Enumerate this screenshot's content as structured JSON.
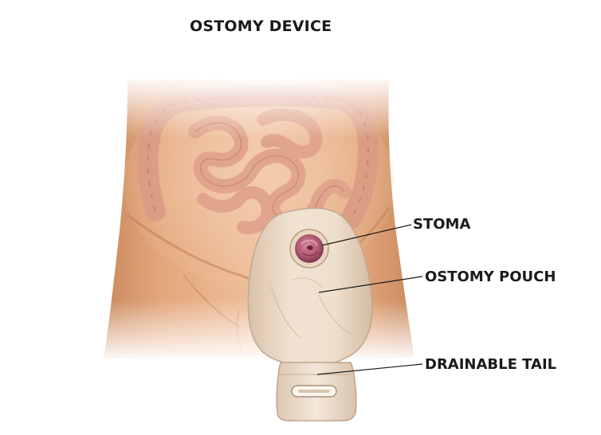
{
  "title": "OSTOMY DEVICE",
  "labels": {
    "stoma": "STOMA",
    "pouch": "OSTOMY POUCH",
    "tail": "DRAINABLE TAIL"
  },
  "colors": {
    "skin_light": "#f1c9a7",
    "skin_mid": "#dd9a6e",
    "skin_shadow": "#c37a52",
    "intestine": "#dc9c83",
    "intestine_shadow": "#b87160",
    "pouch": "#ecdac6",
    "pouch_edge": "#c7ad94",
    "stoma": "#a8506a",
    "leader_line": "#1a1a1a"
  }
}
